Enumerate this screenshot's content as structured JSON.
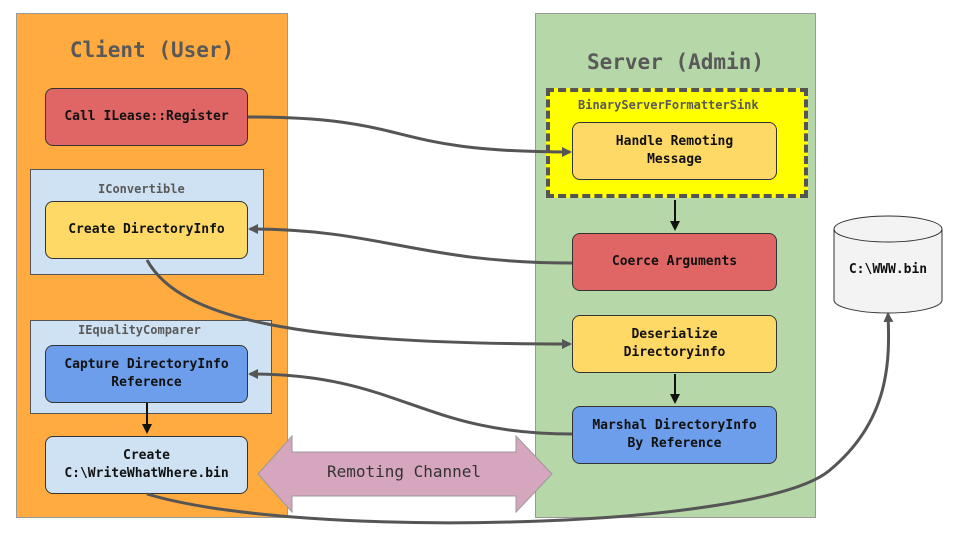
{
  "client": {
    "title": "Client (User)",
    "call_register": "Call ILease::Register",
    "iconvertible_label": "IConvertible",
    "create_dirinfo": "Create DirectoryInfo",
    "iequality_label": "IEqualityComparer",
    "capture_ref": "Capture DirectoryInfo\nReference",
    "create_file": "Create\nC:\\WriteWhatWhere.bin"
  },
  "server": {
    "title": "Server (Admin)",
    "sink_label": "BinaryServerFormatterSink",
    "handle_msg": "Handle Remoting\nMessage",
    "coerce": "Coerce Arguments",
    "deserialize": "Deserialize\nDirectoryinfo",
    "marshal": "Marshal DirectoryInfo\nBy Reference"
  },
  "channel_label": "Remoting Channel",
  "disk_label": "C:\\WWW.bin",
  "colors": {
    "client_bg": "#ffab40",
    "server_bg": "#b6d7a8",
    "red": "#e06666",
    "yellow": "#ffd966",
    "blue": "#6d9eeb",
    "lightblue": "#cfe2f3",
    "channel": "#d5a6bd",
    "sink": "#ffff00"
  }
}
